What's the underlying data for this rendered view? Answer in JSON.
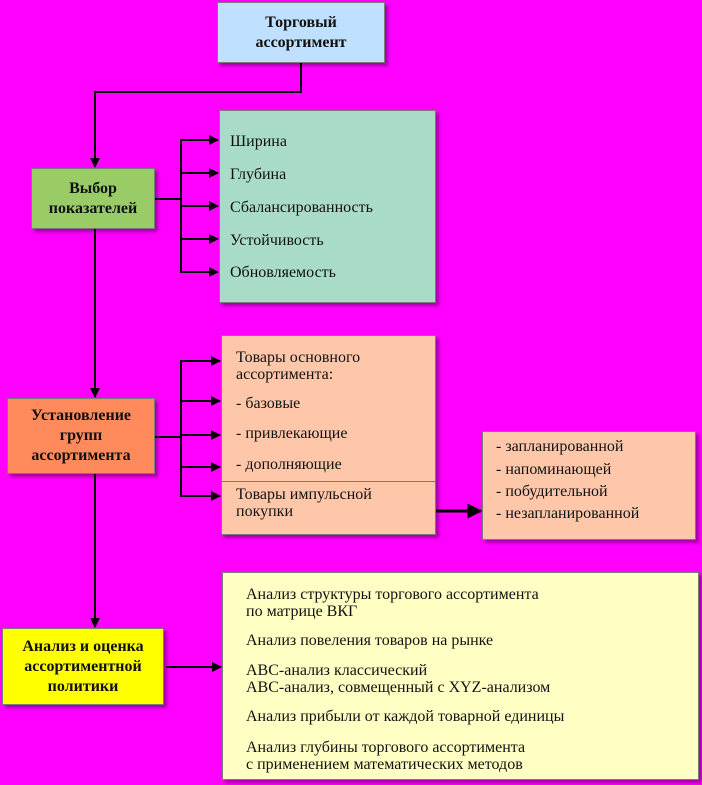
{
  "top_box": "Торговый\nассортимент",
  "selection_box": "Выбор\nпоказателей",
  "indicators": [
    "Ширина",
    "Глубина",
    "Сбалансированность",
    "Устойчивость",
    "Обновляемость"
  ],
  "groups_box": "Установление\nгрупп\nассортимента",
  "main_assortment": {
    "heading": "Товары основного\nассортимента:",
    "items": [
      "- базовые",
      "- привлекающие",
      "- дополняющие"
    ]
  },
  "impulse": "Товары импульсной\nпокупки",
  "impulse_types": [
    "- запланированной",
    "- напоминающей",
    "- побудительной",
    "- незапланированной"
  ],
  "analysis_box": "Анализ и оценка\nассортиментной\nполитики",
  "analysis_methods": [
    "Анализ структуры торгового ассортимента\nпо матрице ВКГ",
    "Анализ повеления товаров на рынке",
    "ABC-анализ классический\nABC-анализ, совмещенный с XYZ-анализом",
    "Анализ прибыли от каждой товарной единицы",
    "Анализ глубины торгового ассортимента\nс применением математических методов"
  ],
  "colors": {
    "background": "#ff00ff",
    "top_box": "#bfe0ff",
    "selection_box": "#99cc66",
    "indicators_box": "#a8dcc6",
    "groups_box": "#ff8a5c",
    "assortment_box": "#ffc7aa",
    "analysis_box": "#ffff00",
    "methods_box": "#ffffc4"
  }
}
